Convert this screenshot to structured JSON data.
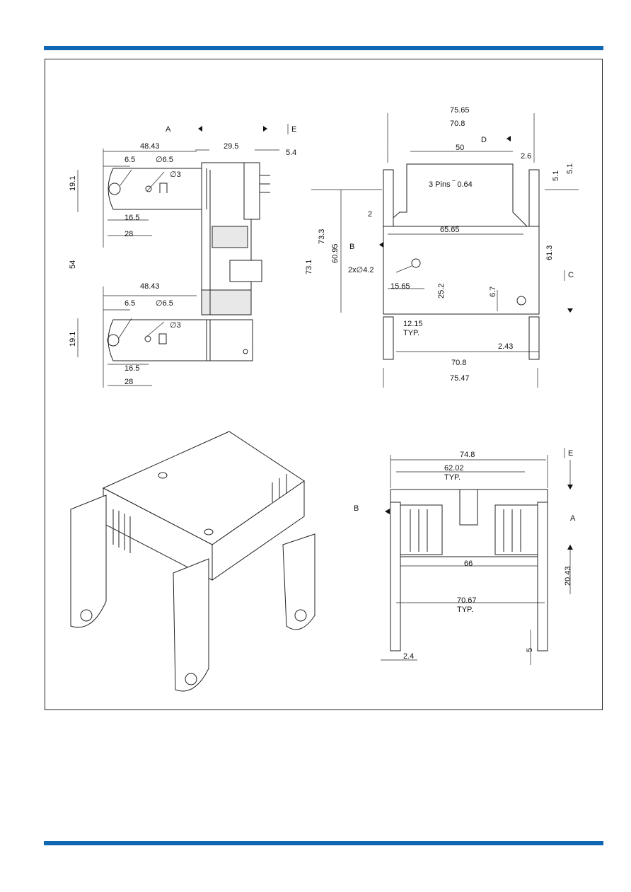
{
  "colors": {
    "accent": "#0f67b3",
    "line": "#222222"
  },
  "view_left": {
    "datum_A": "A",
    "datum_E": "E",
    "top": {
      "width": "48.43",
      "hole_left": "6.5",
      "hole_dia": "6.5",
      "pin_dia": "3",
      "height": "19.1",
      "d1": "16.5",
      "d2": "28"
    },
    "bottom": {
      "width": "48.43",
      "hole_left": "6.5",
      "hole_dia": "6.5",
      "pin_dia": "3",
      "height": "19.1",
      "d1": "16.5",
      "d2": "28"
    },
    "total_height": "54",
    "d_body": "29.5",
    "d_pin": "5.4"
  },
  "view_right": {
    "w1": "75.65",
    "w2": "70.8",
    "datum_D": "D",
    "w3": "50",
    "d26": "2.6",
    "d51a": "5.1",
    "d51b": "5.1",
    "pins": "3 Pins",
    "pin_w": "0.64",
    "d2": "2",
    "w4": "65.65",
    "datum_B": "B",
    "h1": "73.3",
    "h2": "60.95",
    "h3": "73.1",
    "h4": "61.3",
    "holes": "2x",
    "hole_d": "4.2",
    "datum_C": "C",
    "d1565": "15.65",
    "d252": "25.2",
    "d67": "6.7",
    "typ_val": "12.15",
    "typ": "TYP.",
    "d243": "2.43",
    "w5": "70.8",
    "w6": "75.47"
  },
  "view_front": {
    "w1": "74.8",
    "datum_E": "E",
    "w2": "62.02",
    "typ1": "TYP.",
    "datum_B": "B",
    "datum_A": "A",
    "w3": "66",
    "h1": "20.43",
    "w4": "70.67",
    "typ2": "TYP.",
    "d5": "5",
    "d24": "2.4"
  }
}
